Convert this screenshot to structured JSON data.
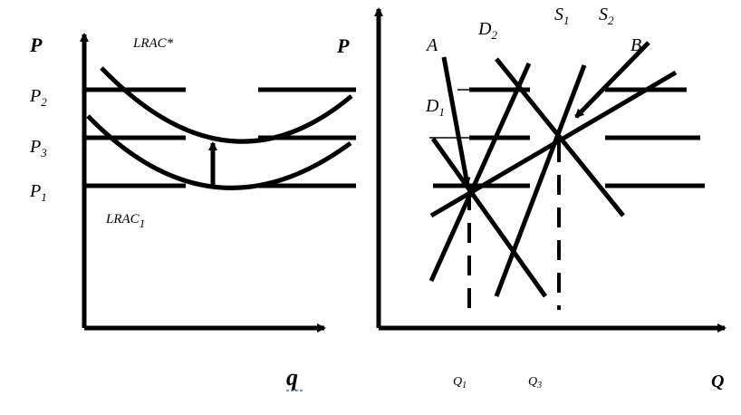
{
  "left_panel": {
    "y_axis_label": "P",
    "x_axis_label": "q",
    "curve_top_label": "LRAC*",
    "curve_bottom_label": {
      "base": "LRAC",
      "sub": "1"
    },
    "price_labels": [
      {
        "base": "P",
        "sub": "2"
      },
      {
        "base": "P",
        "sub": "3"
      },
      {
        "base": "P",
        "sub": "1"
      }
    ]
  },
  "right_panel": {
    "y_axis_label": "P",
    "x_axis_label": "Q",
    "point_a": "A",
    "point_b": "B",
    "demand_labels": [
      {
        "base": "D",
        "sub": "2"
      },
      {
        "base": "D",
        "sub": "1"
      }
    ],
    "supply_labels": [
      {
        "base": "S",
        "sub": "1"
      },
      {
        "base": "S",
        "sub": "2"
      }
    ],
    "quantity_labels": [
      {
        "base": "Q",
        "sub": "1"
      },
      {
        "base": "Q",
        "sub": "3"
      }
    ]
  },
  "colors": {
    "ink": "#000000",
    "background": "#ffffff",
    "accent_underline": "#4a6fb5"
  }
}
